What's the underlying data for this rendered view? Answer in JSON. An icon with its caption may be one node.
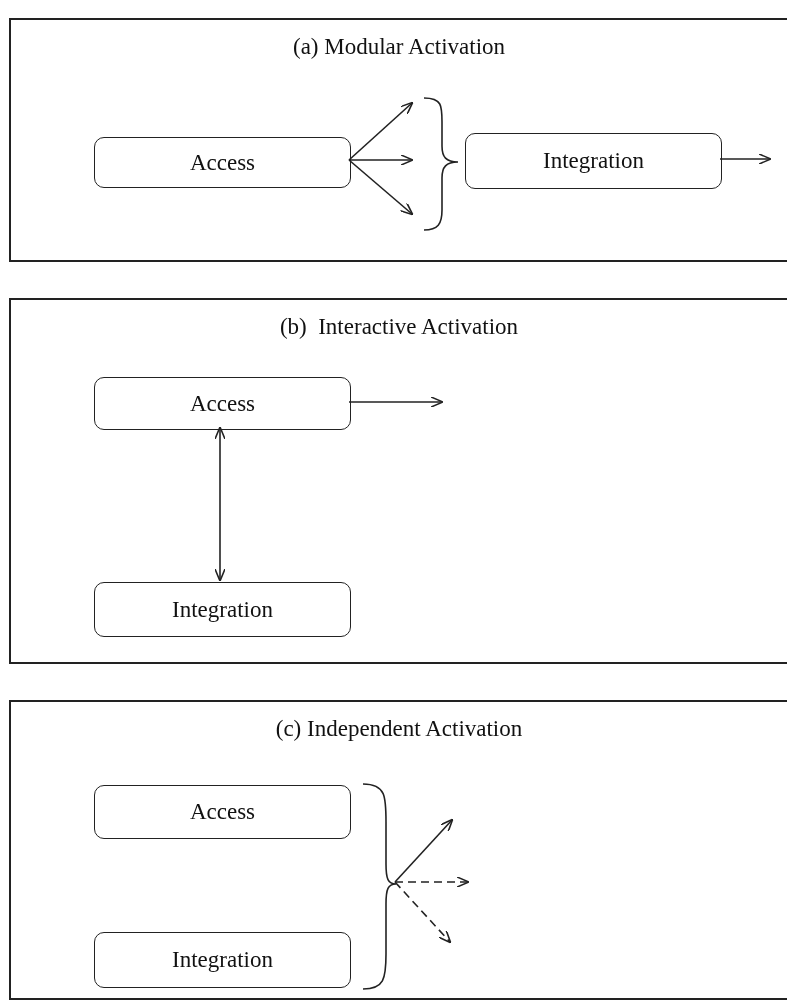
{
  "diagram": {
    "nodes": [
      {
        "text": [
          "(a) Modular Activation"
        ]
      },
      {
        "text": [
          "Access"
        ],
        "in": 0
      },
      {
        "text": [],
        "shape": "bracket",
        "in": 0
      },
      {
        "text": [
          "Integration"
        ],
        "in": 0
      },
      {
        "text": [
          "(b)  Interactive Activation"
        ]
      },
      {
        "text": [
          "Access"
        ],
        "in": 4
      },
      {
        "text": [
          "Integration"
        ],
        "in": 4
      },
      {
        "text": [
          "(c) Independent Activation"
        ]
      },
      {
        "text": [
          "Access"
        ],
        "in": 7
      },
      {
        "text": [
          "Integration"
        ],
        "in": 7
      },
      {
        "text": [],
        "shape": "bracket",
        "in": 7
      }
    ],
    "edges": [
      {
        "from": 1,
        "to": 2,
        "arrow": "to"
      },
      {
        "from": 1,
        "to": 2,
        "arrow": "to"
      },
      {
        "from": 1,
        "to": 2,
        "arrow": "to"
      },
      {
        "from": 3,
        "to": null,
        "arrow": "to"
      },
      {
        "from": 5,
        "to": null,
        "arrow": "to"
      },
      {
        "from": 5,
        "to": 6,
        "arrow": "both"
      },
      {
        "from": 10,
        "to": null,
        "arrow": "to"
      },
      {
        "from": 10,
        "to": null,
        "arrow": "to",
        "style": "dashed"
      },
      {
        "from": 10,
        "to": null,
        "arrow": "to",
        "style": "dashed"
      }
    ]
  }
}
